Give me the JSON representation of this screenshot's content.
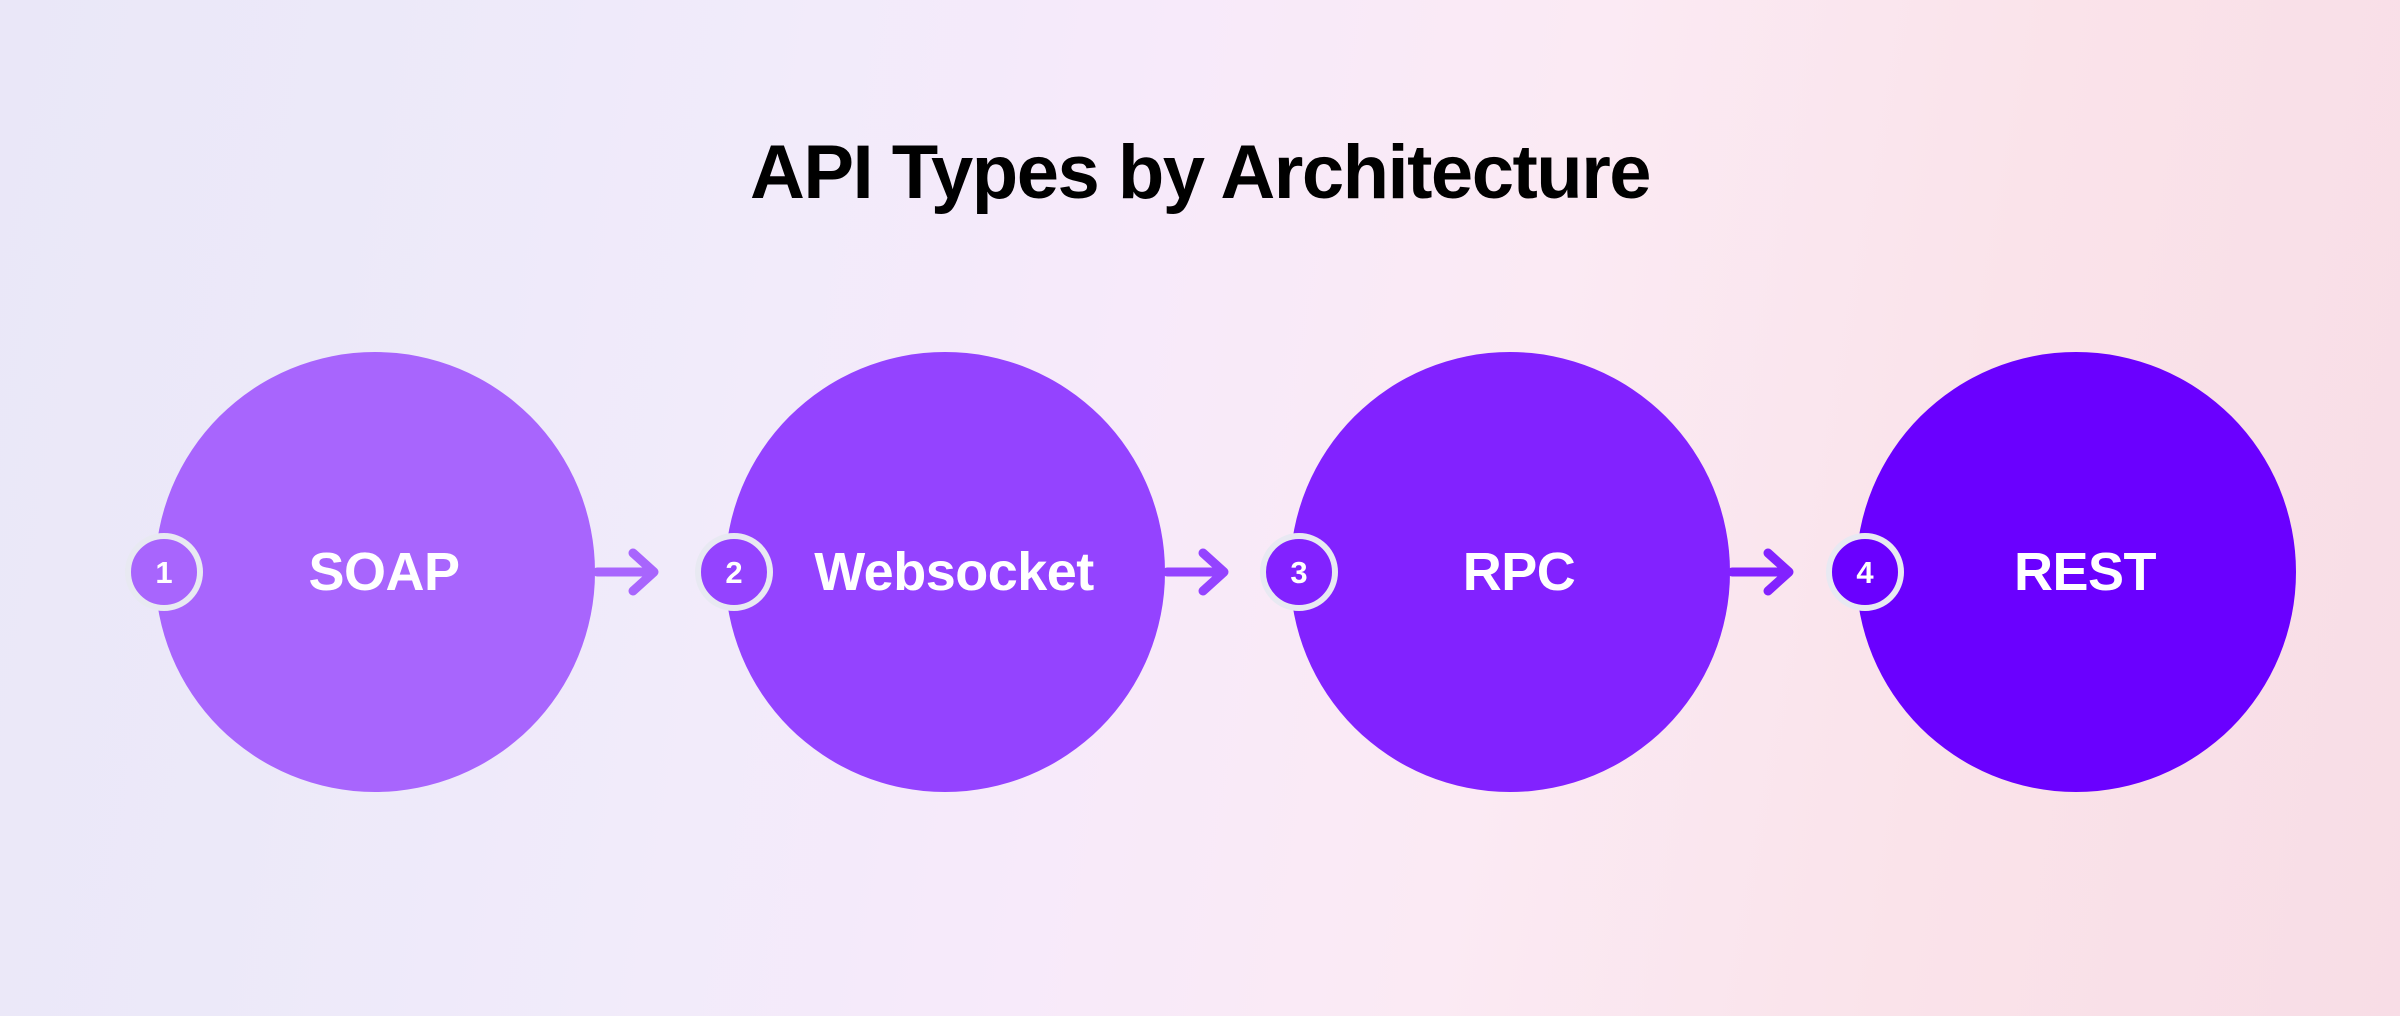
{
  "title": "API Types by Architecture",
  "background": {
    "gradient_from": "#eae7f8",
    "gradient_mid": "#f7eafa",
    "gradient_to": "#f8dde6"
  },
  "badge_ring_color": "#e8e9f2",
  "label_color": "#ffffff",
  "title_color": "#000000",
  "chart_data": {
    "type": "diagram",
    "title": "API Types by Architecture",
    "layout": "horizontal-flow",
    "steps": [
      {
        "number": "1",
        "label": "SOAP",
        "color": "#a865fd"
      },
      {
        "number": "2",
        "label": "Websocket",
        "color": "#9443ff"
      },
      {
        "number": "3",
        "label": "RPC",
        "color": "#8222ff"
      },
      {
        "number": "4",
        "label": "REST",
        "color": "#6a00ff"
      }
    ],
    "connectors": [
      {
        "from": "SOAP",
        "to": "Websocket",
        "glyph": "arrow-right",
        "color": "#a865fd"
      },
      {
        "from": "Websocket",
        "to": "RPC",
        "glyph": "arrow-right",
        "color": "#9443ff"
      },
      {
        "from": "RPC",
        "to": "REST",
        "glyph": "arrow-right",
        "color": "#8222ff"
      }
    ]
  }
}
